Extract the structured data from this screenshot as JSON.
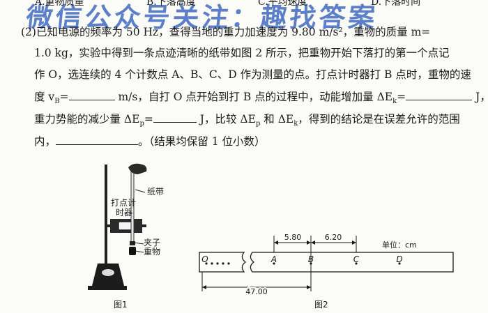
{
  "choices": [
    {
      "label": "A.重物质量"
    },
    {
      "label": "B.下落高度"
    },
    {
      "label": "C.平均速度"
    },
    {
      "label": "D.下落时间"
    }
  ],
  "watermark": "微信公众号关注：趣找答案",
  "question": {
    "line1": "(2)已知电源的频率为 50 Hz，查得当地的重力加速度为 9.80 m/s²，重物的质量 m=",
    "line2": "1.0 kg，实验中得到一条点迹清晰的纸带如图 2 所示，把重物开始下落打的第一个点记",
    "line3": "作 O，选连续的 4 个计数点 A、B、C、D 作为测量的点。打点计时器打 B 点时，重物的速",
    "line4_a": "度 v",
    "line4_sub": "B",
    "line4_b": "=",
    "line4_c": "m/s，自打 O 点开始到打 B 点的过程中，动能增加量 ΔE",
    "line4_sub2": "k",
    "line4_d": "=",
    "line4_e": "J，",
    "line5_a": "重力势能的减少量 ΔE",
    "line5_sub": "p",
    "line5_b": "=",
    "line5_c": "J，比较 ΔE",
    "line5_sub2": "p",
    "line5_d": " 和 ΔE",
    "line5_sub3": "k",
    "line5_e": "，得到的结论是在误差允许的范围",
    "line6_a": "内，",
    "line6_b": "。（结果均保留 1 位小数）"
  },
  "figure1": {
    "caption": "图1",
    "label_tape": "纸带",
    "label_timer_1": "打点计",
    "label_timer_2": "时器",
    "label_clip": "夹子",
    "label_weight": "重物"
  },
  "figure2": {
    "caption": "图2",
    "unit": "单位：cm",
    "points": [
      "O",
      "A",
      "B",
      "C",
      "D"
    ],
    "dist_ab": "5.80",
    "dist_bc": "6.20",
    "dist_ob": "47.00"
  }
}
